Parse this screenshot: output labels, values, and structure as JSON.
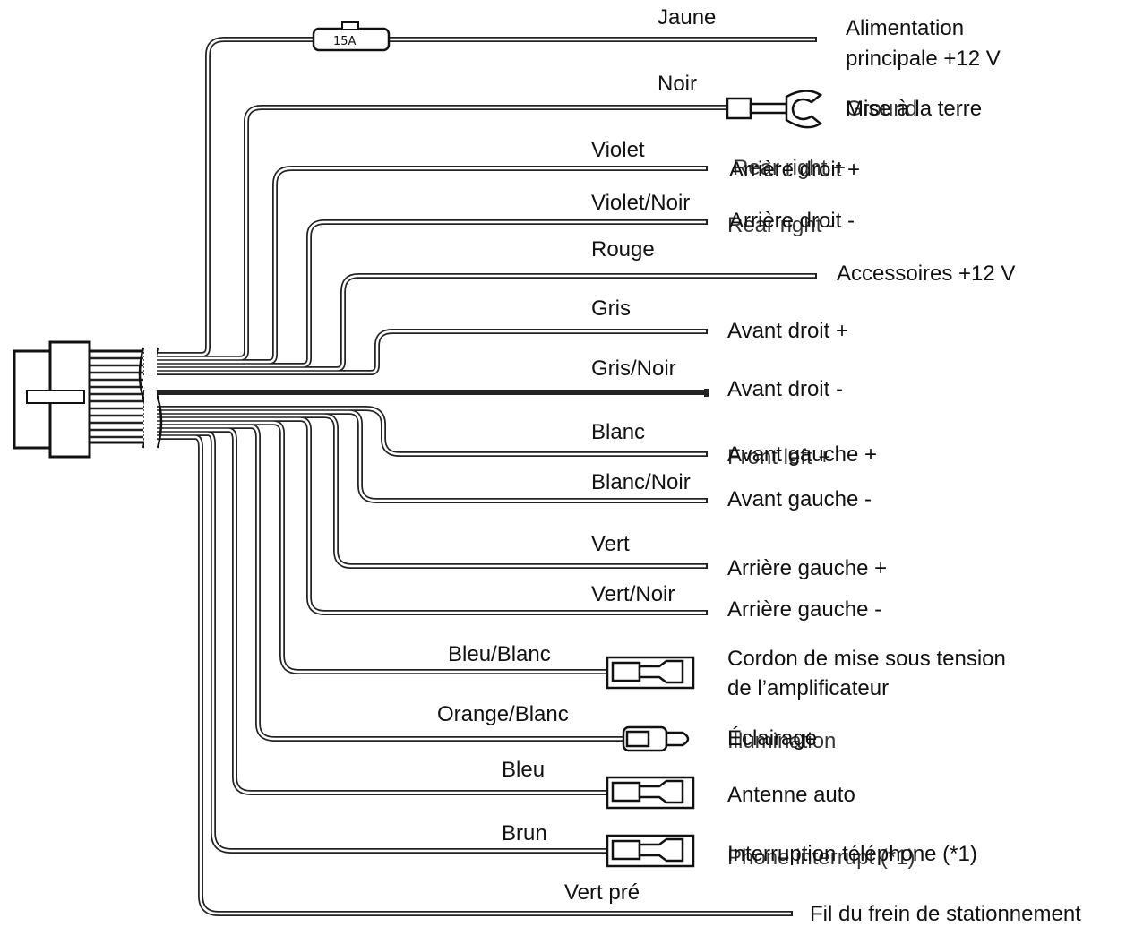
{
  "fuse_label": "15A",
  "wires": [
    {
      "id": "w1",
      "color_name": "Jaune",
      "function": "Alimentation principale +12 V"
    },
    {
      "id": "w2",
      "color_name": "Noir",
      "function": "Mise à la terre",
      "function_overlay": "Ground"
    },
    {
      "id": "w3",
      "color_name": "Violet",
      "function": "Arrière droit +",
      "function_overlay": "Rear right +"
    },
    {
      "id": "w4",
      "color_name": "Violet/Noir",
      "function": "Arrière droit -",
      "function_overlay": "Rear right -"
    },
    {
      "id": "w5",
      "color_name": "Rouge",
      "function": "Accessoires +12 V"
    },
    {
      "id": "w6",
      "color_name": "Gris",
      "function": "Avant droit +"
    },
    {
      "id": "w7",
      "color_name": "Gris/Noir",
      "function": "Avant droit -"
    },
    {
      "id": "w8",
      "color_name": "Blanc",
      "function": "Avant gauche +",
      "function_overlay": "Front left +"
    },
    {
      "id": "w9",
      "color_name": "Blanc/Noir",
      "function": "Avant gauche -"
    },
    {
      "id": "w10",
      "color_name": "Vert",
      "function": "Arrière gauche +"
    },
    {
      "id": "w11",
      "color_name": "Vert/Noir",
      "function": "Arrière gauche -"
    },
    {
      "id": "w12",
      "color_name": "Bleu/Blanc",
      "function_line1": "Cordon de mise sous tension",
      "function_line2": "de l’amplificateur"
    },
    {
      "id": "w13",
      "color_name": "Orange/Blanc",
      "function": "Éclairage",
      "function_overlay": "Illumination"
    },
    {
      "id": "w14",
      "color_name": "Bleu",
      "function": "Antenne auto"
    },
    {
      "id": "w15",
      "color_name": "Brun",
      "function": "Interruption téléphone (*1)",
      "function_overlay": "Phone interrupt (*1)"
    },
    {
      "id": "w16",
      "color_name": "Vert pré",
      "function": "Fil du frein de stationnement"
    }
  ],
  "main_power_line1": "Alimentation",
  "main_power_line2": "principale +12 V"
}
